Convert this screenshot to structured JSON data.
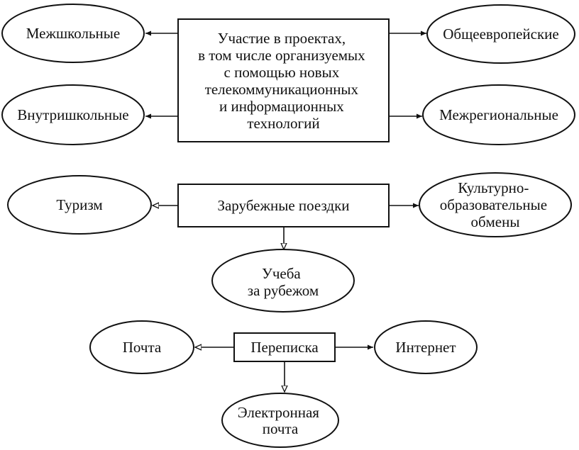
{
  "diagram": {
    "projects": {
      "center_lines": [
        "Участие в проектах,",
        "в том числе организуемых",
        "с помощью новых",
        "телекоммуникационных",
        "и информационных",
        "технологий"
      ],
      "left_top": "Межшкольные",
      "left_bottom": "Внутришкольные",
      "right_top": "Общеевропейские",
      "right_bottom": "Межрегиональные"
    },
    "trips": {
      "center": "Зарубежные поездки",
      "left": "Туризм",
      "right_lines": [
        "Культурно-",
        "образовательные",
        "обмены"
      ],
      "bottom_lines": [
        "Учеба",
        "за рубежом"
      ]
    },
    "correspondence": {
      "center": "Переписка",
      "left": "Почта",
      "right": "Интернет",
      "bottom_lines": [
        "Электронная",
        "почта"
      ]
    }
  }
}
